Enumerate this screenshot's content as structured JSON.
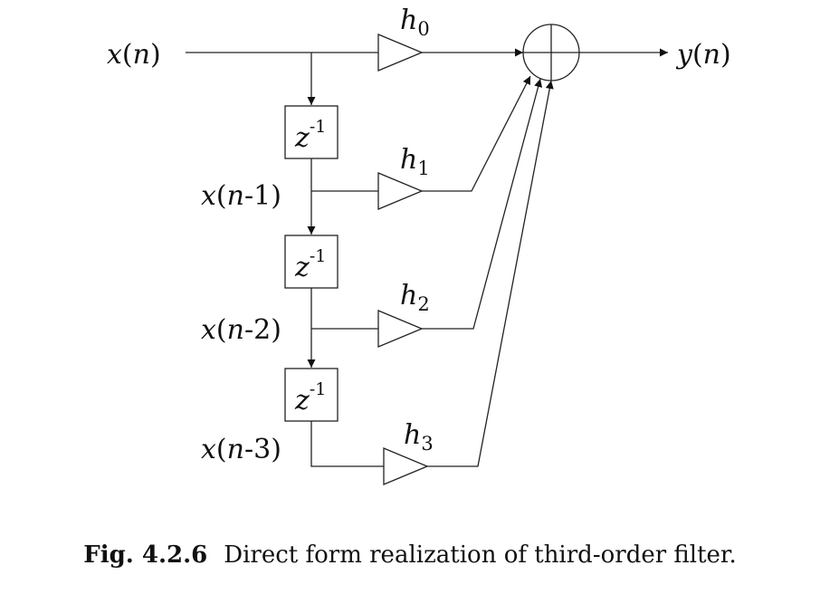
{
  "diagram": {
    "input": {
      "var": "x",
      "arg": "n"
    },
    "output": {
      "var": "y",
      "arg": "n"
    },
    "delay": {
      "base": "z",
      "exponent": "-1"
    },
    "taps": [
      {
        "var": "x",
        "arg": "n",
        "coef": "h",
        "sub": "0"
      },
      {
        "var": "x",
        "arg": "n",
        "offset": "-1",
        "coef": "h",
        "sub": "1"
      },
      {
        "var": "x",
        "arg": "n",
        "offset": "-2",
        "coef": "h",
        "sub": "2"
      },
      {
        "var": "x",
        "arg": "n",
        "offset": "-3",
        "coef": "h",
        "sub": "3"
      }
    ]
  },
  "caption": {
    "number": "Fig. 4.2.6",
    "text": "Direct form realization of third-order filter."
  },
  "colors": {
    "stroke": "#222222",
    "text": "#111111",
    "background": "#ffffff"
  }
}
